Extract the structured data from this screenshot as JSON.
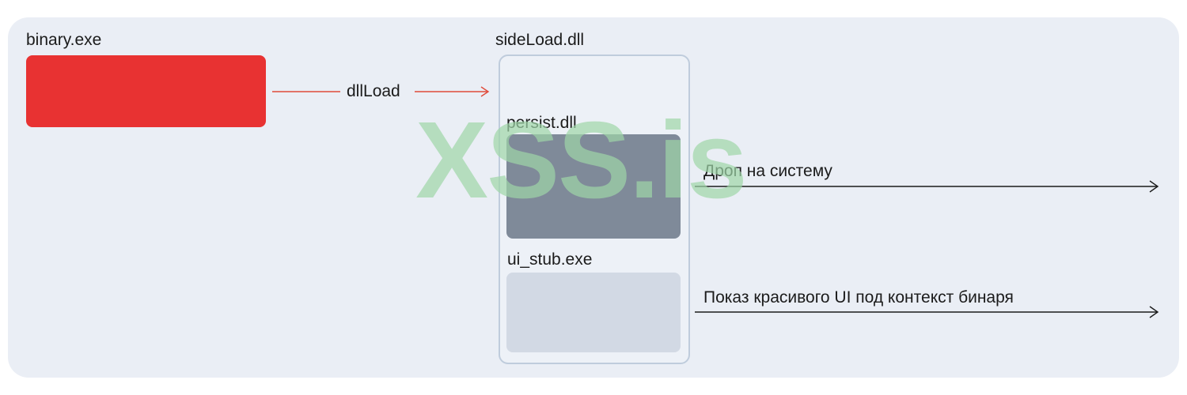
{
  "diagram": {
    "binary_label": "binary.exe",
    "sideload_label": "sideLoad.dll",
    "dllload_label": "dllLoad",
    "persist_label": "persist.dll",
    "uistub_label": "ui_stub.exe",
    "drop_label": "Дроп на систему",
    "show_label": "Показ красивого UI под контекст бинаря"
  },
  "watermark": "XSS.is",
  "colors": {
    "background": "#eaeef5",
    "red_box": "#e83232",
    "red_arrow": "#e04a3a",
    "dark_box": "#7f8a99",
    "light_box": "#d2d9e4",
    "black_arrow": "#1b1b1b"
  },
  "icons": {
    "arrow_head": "arrow-right-icon"
  }
}
